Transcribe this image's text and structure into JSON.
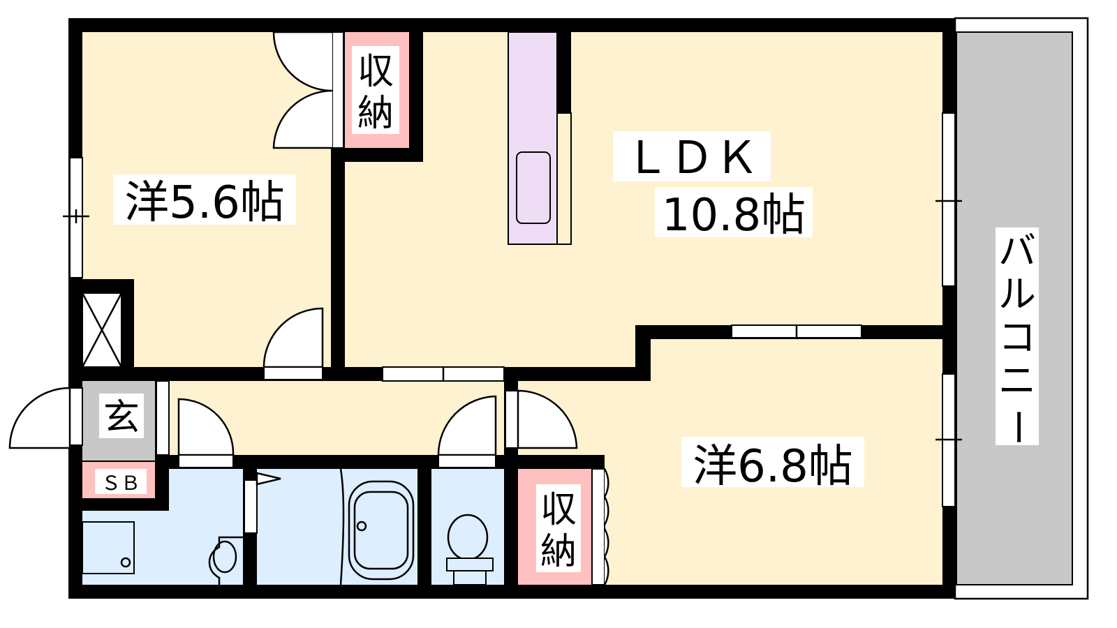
{
  "floorplan": {
    "rooms": {
      "western_a": {
        "label": "洋5.6帖"
      },
      "storage_a": {
        "label_1": "収",
        "label_2": "納"
      },
      "ldk": {
        "label": "ＬＤＫ",
        "size": "10.8帖"
      },
      "entrance": {
        "label": "玄"
      },
      "shoe_box": {
        "label": "ＳＢ"
      },
      "storage_b": {
        "label_1": "収",
        "label_2": "納"
      },
      "western_b": {
        "label": "洋6.8帖"
      },
      "balcony": {
        "label_chars": [
          "バ",
          "ル",
          "コ",
          "ニ",
          "ー"
        ]
      }
    },
    "colors": {
      "room": "#FFF2D0",
      "storage": "#FFC0C0",
      "wet_area": "#DDEEFF",
      "kitchen": "#EEDDF5",
      "gray": "#C8C8C8",
      "wall": "#000000"
    }
  }
}
